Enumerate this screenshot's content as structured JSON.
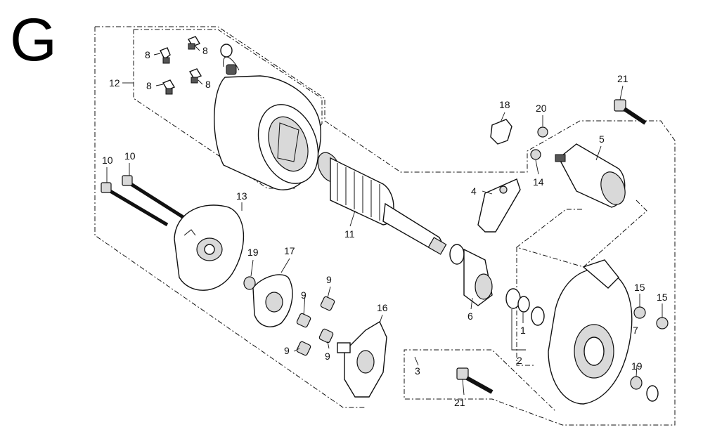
{
  "diagram": {
    "section_letter": "G",
    "parts": [
      {
        "key": "p1",
        "label": "1"
      },
      {
        "key": "p2",
        "label": "2"
      },
      {
        "key": "p3",
        "label": "3"
      },
      {
        "key": "p4",
        "label": "4"
      },
      {
        "key": "p5",
        "label": "5"
      },
      {
        "key": "p6",
        "label": "6"
      },
      {
        "key": "p7",
        "label": "7"
      },
      {
        "key": "p8a",
        "label": "8"
      },
      {
        "key": "p8b",
        "label": "8"
      },
      {
        "key": "p8c",
        "label": "8"
      },
      {
        "key": "p8d",
        "label": "8"
      },
      {
        "key": "p9a",
        "label": "9"
      },
      {
        "key": "p9b",
        "label": "9"
      },
      {
        "key": "p9c",
        "label": "9"
      },
      {
        "key": "p9d",
        "label": "9"
      },
      {
        "key": "p10a",
        "label": "10"
      },
      {
        "key": "p10b",
        "label": "10"
      },
      {
        "key": "p11",
        "label": "11"
      },
      {
        "key": "p12",
        "label": "12"
      },
      {
        "key": "p13",
        "label": "13"
      },
      {
        "key": "p14",
        "label": "14"
      },
      {
        "key": "p15a",
        "label": "15"
      },
      {
        "key": "p15b",
        "label": "15"
      },
      {
        "key": "p16",
        "label": "16"
      },
      {
        "key": "p17",
        "label": "17"
      },
      {
        "key": "p18",
        "label": "18"
      },
      {
        "key": "p19a",
        "label": "19"
      },
      {
        "key": "p19b",
        "label": "19"
      },
      {
        "key": "p20",
        "label": "20"
      },
      {
        "key": "p21a",
        "label": "21"
      },
      {
        "key": "p21b",
        "label": "21"
      }
    ]
  }
}
